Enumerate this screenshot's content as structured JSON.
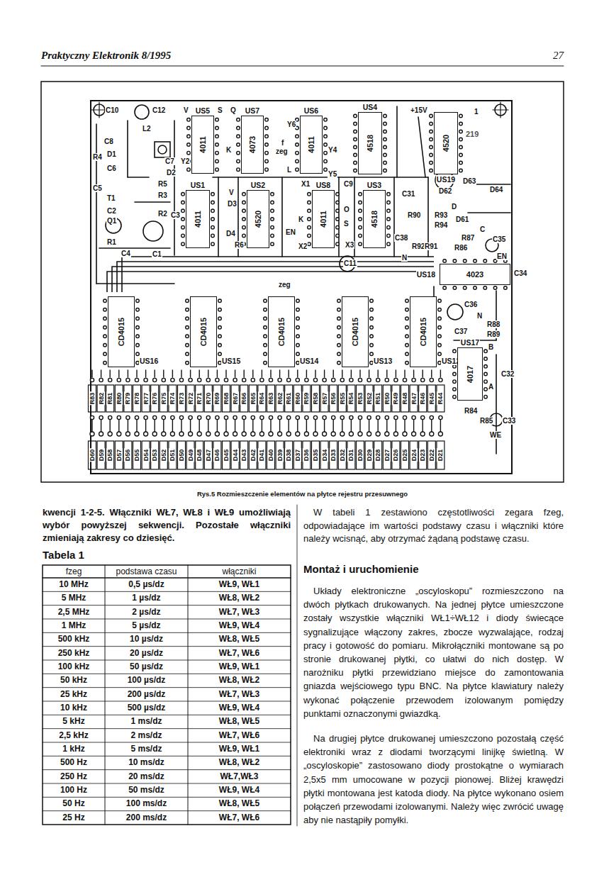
{
  "diagram": {
    "caption": "Rys.5 Rozmieszczenie elementów na płytce rejestru przesuwnego",
    "nodes": [
      {
        "text": [
          "US5",
          "4011"
        ]
      },
      {
        "text": [
          "US7",
          "4073"
        ]
      },
      {
        "text": [
          "US6",
          "4011"
        ]
      },
      {
        "text": [
          "US4",
          "4518"
        ]
      },
      {
        "text": [
          "US19",
          "4520"
        ]
      },
      {
        "text": [
          "US1",
          "4011"
        ]
      },
      {
        "text": [
          "US2",
          "4520"
        ]
      },
      {
        "text": [
          "US8",
          "4011"
        ]
      },
      {
        "text": [
          "US3",
          "4518"
        ]
      },
      {
        "text": [
          "US18",
          "4023"
        ]
      },
      {
        "text": [
          "US16",
          "CD4015"
        ]
      },
      {
        "text": [
          "US15",
          "CD4015"
        ]
      },
      {
        "text": [
          "US14",
          "CD4015"
        ]
      },
      {
        "text": [
          "US13",
          "CD4015"
        ]
      },
      {
        "text": [
          "US12",
          "CD4015"
        ]
      },
      {
        "text": [
          "US17",
          "4017"
        ]
      }
    ],
    "labels": [
      "Praktyczny Elektronik 8/1995",
      "27",
      "C10",
      "C12",
      "L2",
      "C8",
      "D1",
      "R4",
      "C6",
      "C7",
      "D2",
      "R5",
      "C5",
      "T1",
      "R3",
      "C2",
      "Q1",
      "R2",
      "C3",
      "R1",
      "C4",
      "C1",
      "V",
      "Y2",
      "S",
      "Q",
      "K",
      "Y6",
      "f",
      "zeg",
      "L",
      "Y4",
      "Y5",
      "+15V",
      "1",
      "219",
      "V",
      "D3",
      "D4",
      "R6",
      "X1",
      "C9",
      "K",
      "EN",
      "X2",
      "O",
      "S",
      "X3",
      "C31",
      "D62",
      "D63",
      "D64",
      "R90",
      "R93",
      "D",
      "R94",
      "D61",
      "C",
      "C35",
      "C38",
      "R92",
      "R91",
      "R87",
      "R86",
      "N",
      "EN",
      "C11",
      "zeg",
      "C34",
      "C36",
      "N",
      "R88",
      "R89",
      "C37",
      "B",
      "A",
      "C32",
      "R84",
      "R85",
      "C33",
      "WE",
      "R83",
      "R82",
      "R81",
      "R80",
      "R79",
      "R78",
      "R77",
      "R76",
      "R75",
      "R74",
      "R73",
      "R72",
      "R71",
      "R70",
      "R69",
      "R68",
      "R67",
      "R66",
      "R65",
      "R64",
      "R63",
      "R62",
      "R61",
      "R60",
      "R59",
      "R58",
      "R57",
      "R56",
      "R55",
      "R54",
      "R53",
      "R52",
      "R51",
      "R50",
      "R49",
      "R48",
      "R47",
      "R46",
      "R45",
      "R44",
      "D60",
      "D59",
      "D58",
      "D57",
      "D56",
      "D55",
      "D54",
      "D53",
      "D52",
      "D51",
      "D50",
      "D49",
      "D48",
      "D47",
      "D46",
      "D45",
      "D44",
      "D43",
      "D42",
      "D41",
      "D40",
      "D39",
      "D38",
      "D37",
      "D36",
      "D35",
      "D34",
      "D33",
      "D32",
      "D31",
      "D30",
      "D29",
      "D28",
      "D27",
      "D26",
      "D25",
      "D24",
      "D23",
      "D22",
      "D21",
      "kwencji 1-2-5. Włączniki WŁ7, WŁ8 i WŁ9 umożliwiają wybór powyższej sekwencji. Pozostałe włączniki zmieniają zakresy co dziesięć.",
      "Tabela 1",
      "fzeg",
      "podstawa czasu",
      "włączniki",
      "10 MHz",
      "0,5 µs/dz",
      "WŁ9, WŁ1",
      "5 MHz",
      "1 µs/dz",
      "WŁ8, WŁ2",
      "2,5 MHz",
      "2 µs/dz",
      "WŁ7, WŁ3",
      "1 MHz",
      "5 µs/dz",
      "WŁ9, WŁ4",
      "500 kHz",
      "10 µs/dz",
      "WŁ8, WŁ5",
      "250 kHz",
      "20 µs/dz",
      "WŁ7, WŁ6",
      "100 kHz",
      "50 µs/dz",
      "WŁ9, WŁ1",
      "50 kHz",
      "100 µs/dz",
      "WŁ8, WŁ2",
      "25 kHz",
      "200 µs/dz",
      "WŁ7, WŁ3",
      "10 kHz",
      "500 µs/dz",
      "WŁ9, WŁ4",
      "5 kHz",
      "1 ms/dz",
      "WŁ8, WŁ5",
      "2,5 kHz",
      "2 ms/dz",
      "WŁ7, WŁ6",
      "1 kHz",
      "5 ms/dz",
      "WŁ9, WŁ1",
      "500 Hz",
      "10 ms/dz",
      "WŁ8, WŁ2",
      "250 Hz",
      "20 ms/dz",
      "WŁ7,WŁ3",
      "100 Hz",
      "50 ms/dz",
      "WŁ9, WŁ4",
      "50 Hz",
      "100 ms/dz",
      "WŁ8, WŁ5",
      "25 Hz",
      "200 ms/dz",
      "WŁ7, WŁ6",
      "W tabeli 1 zestawiono częstotliwości zegara fzeg, odpowiadające im wartości podstawy czasu i włączniki które należy wcisnąć, aby otrzymać żądaną podstawę czasu.",
      "Montaż i uruchomienie",
      "Układy elektroniczne „oscyloskopu” rozmieszczono na dwóch płytkach drukowanych. Na jednej płytce umieszczone zostały wszystkie włączniki WŁ1÷WŁ12 i diody świecące sygnalizujące włączony zakres, zbocze wyzwalające, rodzaj pracy i gotowość do pomiaru. Mikrołączniki montowane są po stronie drukowanej płytki, co ułatwi do nich dostęp. W narożniku płytki przewidziano miejsce do zamontowania gniazda wejściowego typu BNC. Na płytce klawiatury należy wykonać połączenie przewodem izolowanym pomiędzy punktami oznaczonymi gwiazdką.",
      "Na drugiej płytce drukowanej umieszczono pozostałą część elektroniki wraz z diodami tworzącymi linijkę świetlną. W „oscyloskopie” zastosowano diody prostokątne o wymiarach 2,5x5 mm umocowane w pozycji pionowej. Bliżej krawędzi płytki montowana jest katoda diody. Na płytce wykonano osiem połączeń przewodami izolowanymi. Należy więc zwrócić uwagę aby nie nastąpiły pomyłki."
    ]
  }
}
